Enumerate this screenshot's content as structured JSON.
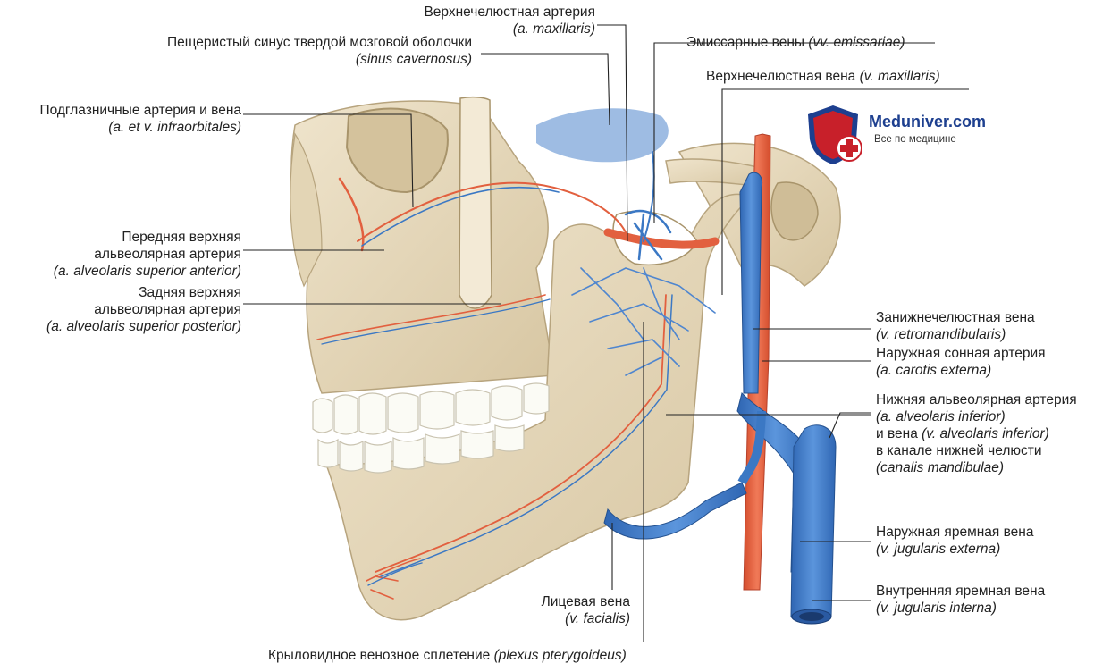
{
  "logo": {
    "brand": "Meduniver.com",
    "tagline": "Все по медицине"
  },
  "labels": {
    "maxillary_artery": {
      "ru": "Верхнечелюстная артерия",
      "lat": "(a. maxillaris)"
    },
    "cavernous_sinus": {
      "ru": "Пещеристый синус твердой мозговой оболочки",
      "lat": "(sinus cavernosus)"
    },
    "emissary_veins": {
      "ru": "Эмиссарные вены",
      "lat": "(vv. emissariae)"
    },
    "maxillary_vein": {
      "ru": "Верхнечелюстная вена",
      "lat": "(v. maxillaris)"
    },
    "infraorbital": {
      "ru": "Подглазничные артерия и вена",
      "lat": "(a. et v. infraorbitales)"
    },
    "anterior_superior_alveolar": {
      "ru1": "Передняя верхняя",
      "ru2": "альвеолярная артерия",
      "lat": "(a. alveolaris superior anterior)"
    },
    "posterior_superior_alveolar": {
      "ru1": "Задняя верхняя",
      "ru2": "альвеолярная артерия",
      "lat": "(a. alveolaris superior posterior)"
    },
    "retromandibular_vein": {
      "ru": "Занижнечелюстная вена",
      "lat": "(v. retromandibularis)"
    },
    "external_carotid": {
      "ru": "Наружная сонная артерия",
      "lat": "(a. carotis externa)"
    },
    "inferior_alveolar": {
      "ru1": "Нижняя альвеолярная артерия",
      "lat1": "(a. alveolaris inferior)",
      "ru2": "и вена",
      "lat2": "(v. alveolaris inferior)",
      "ru3": "в канале нижней челюсти",
      "lat3": "(canalis mandibulae)"
    },
    "external_jugular": {
      "ru": "Наружная яремная вена",
      "lat": "(v. jugularis externa)"
    },
    "internal_jugular": {
      "ru": "Внутренняя яремная вена",
      "lat": "(v. jugularis interna)"
    },
    "facial_vein": {
      "ru": "Лицевая вена",
      "lat": "(v. facialis)"
    },
    "pterygoid_plexus": {
      "ru": "Крыловидное венозное сплетение",
      "lat": "(plexus pterygoideus)"
    }
  },
  "colors": {
    "bone": "#e9dcc0",
    "artery": "#e2603f",
    "vein": "#3b78c4",
    "leader": "#222222"
  }
}
